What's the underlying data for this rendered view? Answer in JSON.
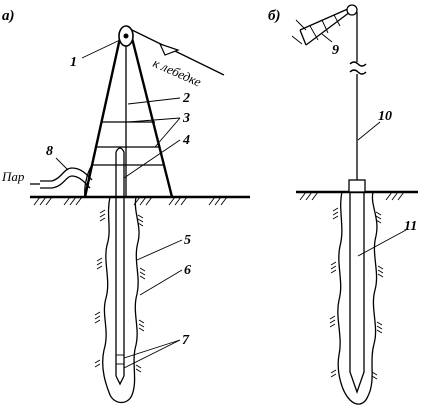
{
  "panels": {
    "a": "а)",
    "b": "б)"
  },
  "labels": {
    "l1": "1",
    "l2": "2",
    "l3": "3",
    "l4": "4",
    "l5": "5",
    "l6": "6",
    "l7": "7",
    "l8": "8",
    "l9": "9",
    "l10": "10",
    "l11": "11"
  },
  "annotations": {
    "winch": "к лебедке",
    "steam": "Пар"
  }
}
